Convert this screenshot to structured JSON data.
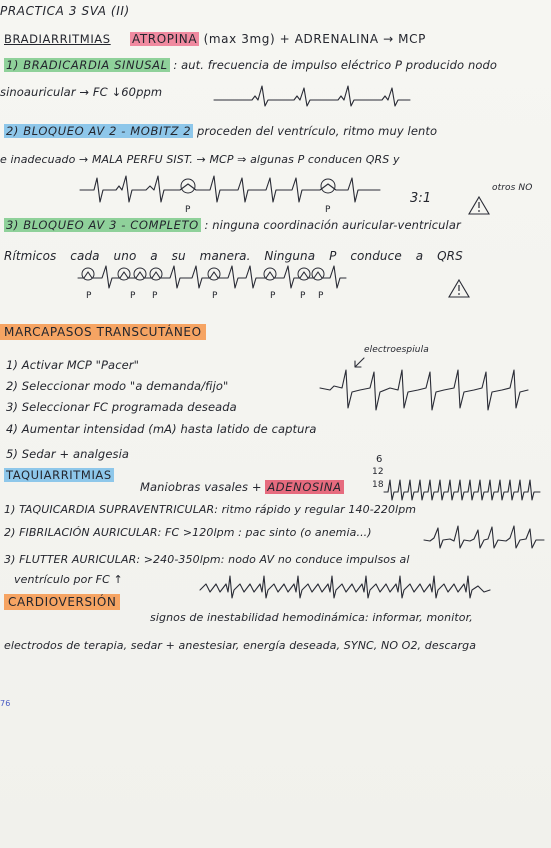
{
  "title": "PRACTICA 3 SVA (II)",
  "brady": {
    "heading": "BRADIARRITMIAS",
    "drugs_hl": "ATROPINA",
    "drugs_rest": "(max 3mg) + ADRENALINA → MCP",
    "item1_hl": "1) BRADICARDIA SINUSAL",
    "item1_text": ": aut. frecuencia de impulso eléctrico P producido nodo",
    "item1_line2": "sinoauricular → FC ↓60ppm",
    "item2_hl": "2) BLOQUEO AV 2 - MOBITZ 2",
    "item2_text": "proceden del ventrículo, ritmo muy lento",
    "item2_line2": "e inadecuado → MALA PERFU SIST. → MCP ⇒ algunas P conducen QRS y",
    "item2_otros": "otros NO",
    "item2_ratio": "3:1",
    "item3_hl": "3) BLOQUEO AV 3 - COMPLETO",
    "item3_text": ": ninguna coordinación auricular-ventricular",
    "item3_line2": "Rítmicos cada uno a su manera. Ninguna P conduce a QRS",
    "p_label": "P"
  },
  "mcp": {
    "heading": "MARCAPASOS TRANSCUTÁNEO",
    "electro_label": "electroespiula",
    "steps": [
      "1) Activar MCP \"Pacer\"",
      "2) Seleccionar modo \"a demanda/fijo\"",
      "3) Seleccionar FC programada deseada",
      "4) Aumentar intensidad (mA) hasta latido de captura",
      "5) Sedar + analgesia"
    ]
  },
  "tachy": {
    "heading": "TAQUIARRITMIAS",
    "line": "Maniobras vasales +",
    "drug_hl": "ADENOSINA",
    "doses": [
      "6",
      "12",
      "18"
    ],
    "item1": "1) TAQUICARDIA SUPRAVENTRICULAR: ritmo rápido y regular 140-220lpm",
    "item2": "2) FIBRILACIÓN AURICULAR: FC >120lpm : pac sinto (o anemia...)",
    "item3": "3) FLUTTER AURICULAR: >240-350lpm: nodo AV no conduce impulsos al",
    "item3_line2": "ventrículo por FC ↑"
  },
  "cardio": {
    "heading": "CARDIOVERSIÓN",
    "text": "signos de inestabilidad hemodinámica: informar, monitor,",
    "line2": "electrodos de terapia, sedar + anestesiar, energía deseada, SYNC, NO O2, descarga"
  },
  "page_number": "76",
  "icons": {
    "warning": "warning-triangle-icon"
  }
}
